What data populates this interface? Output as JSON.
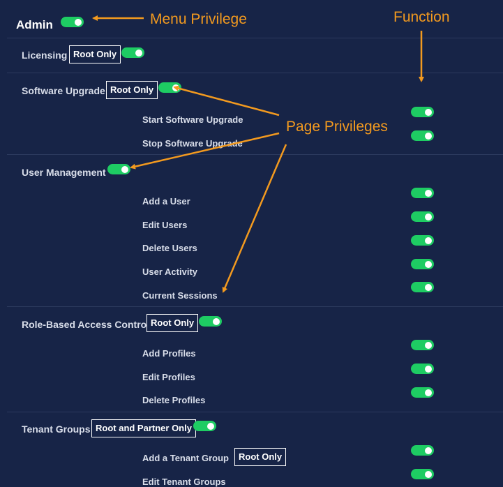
{
  "header": {
    "title": "Admin",
    "menu_privilege_toggle": "on"
  },
  "annotations": {
    "menu_privilege": "Menu Privilege",
    "function": "Function",
    "page_privileges": "Page Privileges",
    "color": "#f39a1f"
  },
  "sections": {
    "licensing": {
      "label": "Licensing",
      "badge": "Root Only",
      "toggle": "on"
    },
    "software_upgrade": {
      "label": "Software Upgrade",
      "badge": "Root Only",
      "toggle": "on",
      "items": [
        {
          "label": "Start Software Upgrade",
          "toggle": "on"
        },
        {
          "label": "Stop Software Upgrade",
          "toggle": "on"
        }
      ]
    },
    "user_management": {
      "label": "User Management",
      "toggle": "on",
      "items": [
        {
          "label": "Add a User",
          "toggle": "on"
        },
        {
          "label": "Edit Users",
          "toggle": "on"
        },
        {
          "label": "Delete Users",
          "toggle": "on"
        },
        {
          "label": "User Activity",
          "toggle": "on"
        },
        {
          "label": "Current Sessions",
          "toggle": "on"
        }
      ]
    },
    "rbac": {
      "label": "Role-Based Access Control",
      "badge": "Root Only",
      "toggle": "on",
      "items": [
        {
          "label": "Add Profiles",
          "toggle": "on"
        },
        {
          "label": "Edit Profiles",
          "toggle": "on"
        },
        {
          "label": "Delete Profiles",
          "toggle": "on"
        }
      ]
    },
    "tenant_groups": {
      "label": "Tenant Groups",
      "badge": "Root and Partner Only",
      "toggle": "on",
      "items": [
        {
          "label": "Add a Tenant Group",
          "badge": "Root Only",
          "toggle": "on"
        },
        {
          "label": "Edit Tenant Groups",
          "toggle": "on"
        }
      ]
    }
  },
  "colors": {
    "background": "#172447",
    "toggle_on": "#1ecc63",
    "divider": "#2c3a5e"
  }
}
